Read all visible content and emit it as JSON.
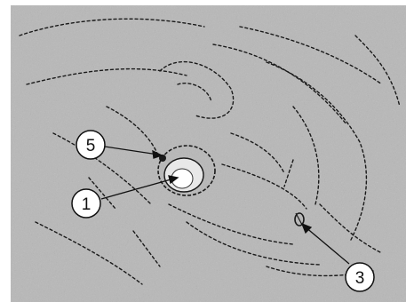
{
  "figure": {
    "callouts": [
      {
        "id": "callout-5",
        "label": "5"
      },
      {
        "id": "callout-1",
        "label": "1"
      },
      {
        "id": "callout-3",
        "label": "3"
      }
    ]
  },
  "colors": {
    "background": "#b8b8b8",
    "ink": "#111111",
    "callout_fill": "#ffffff"
  }
}
